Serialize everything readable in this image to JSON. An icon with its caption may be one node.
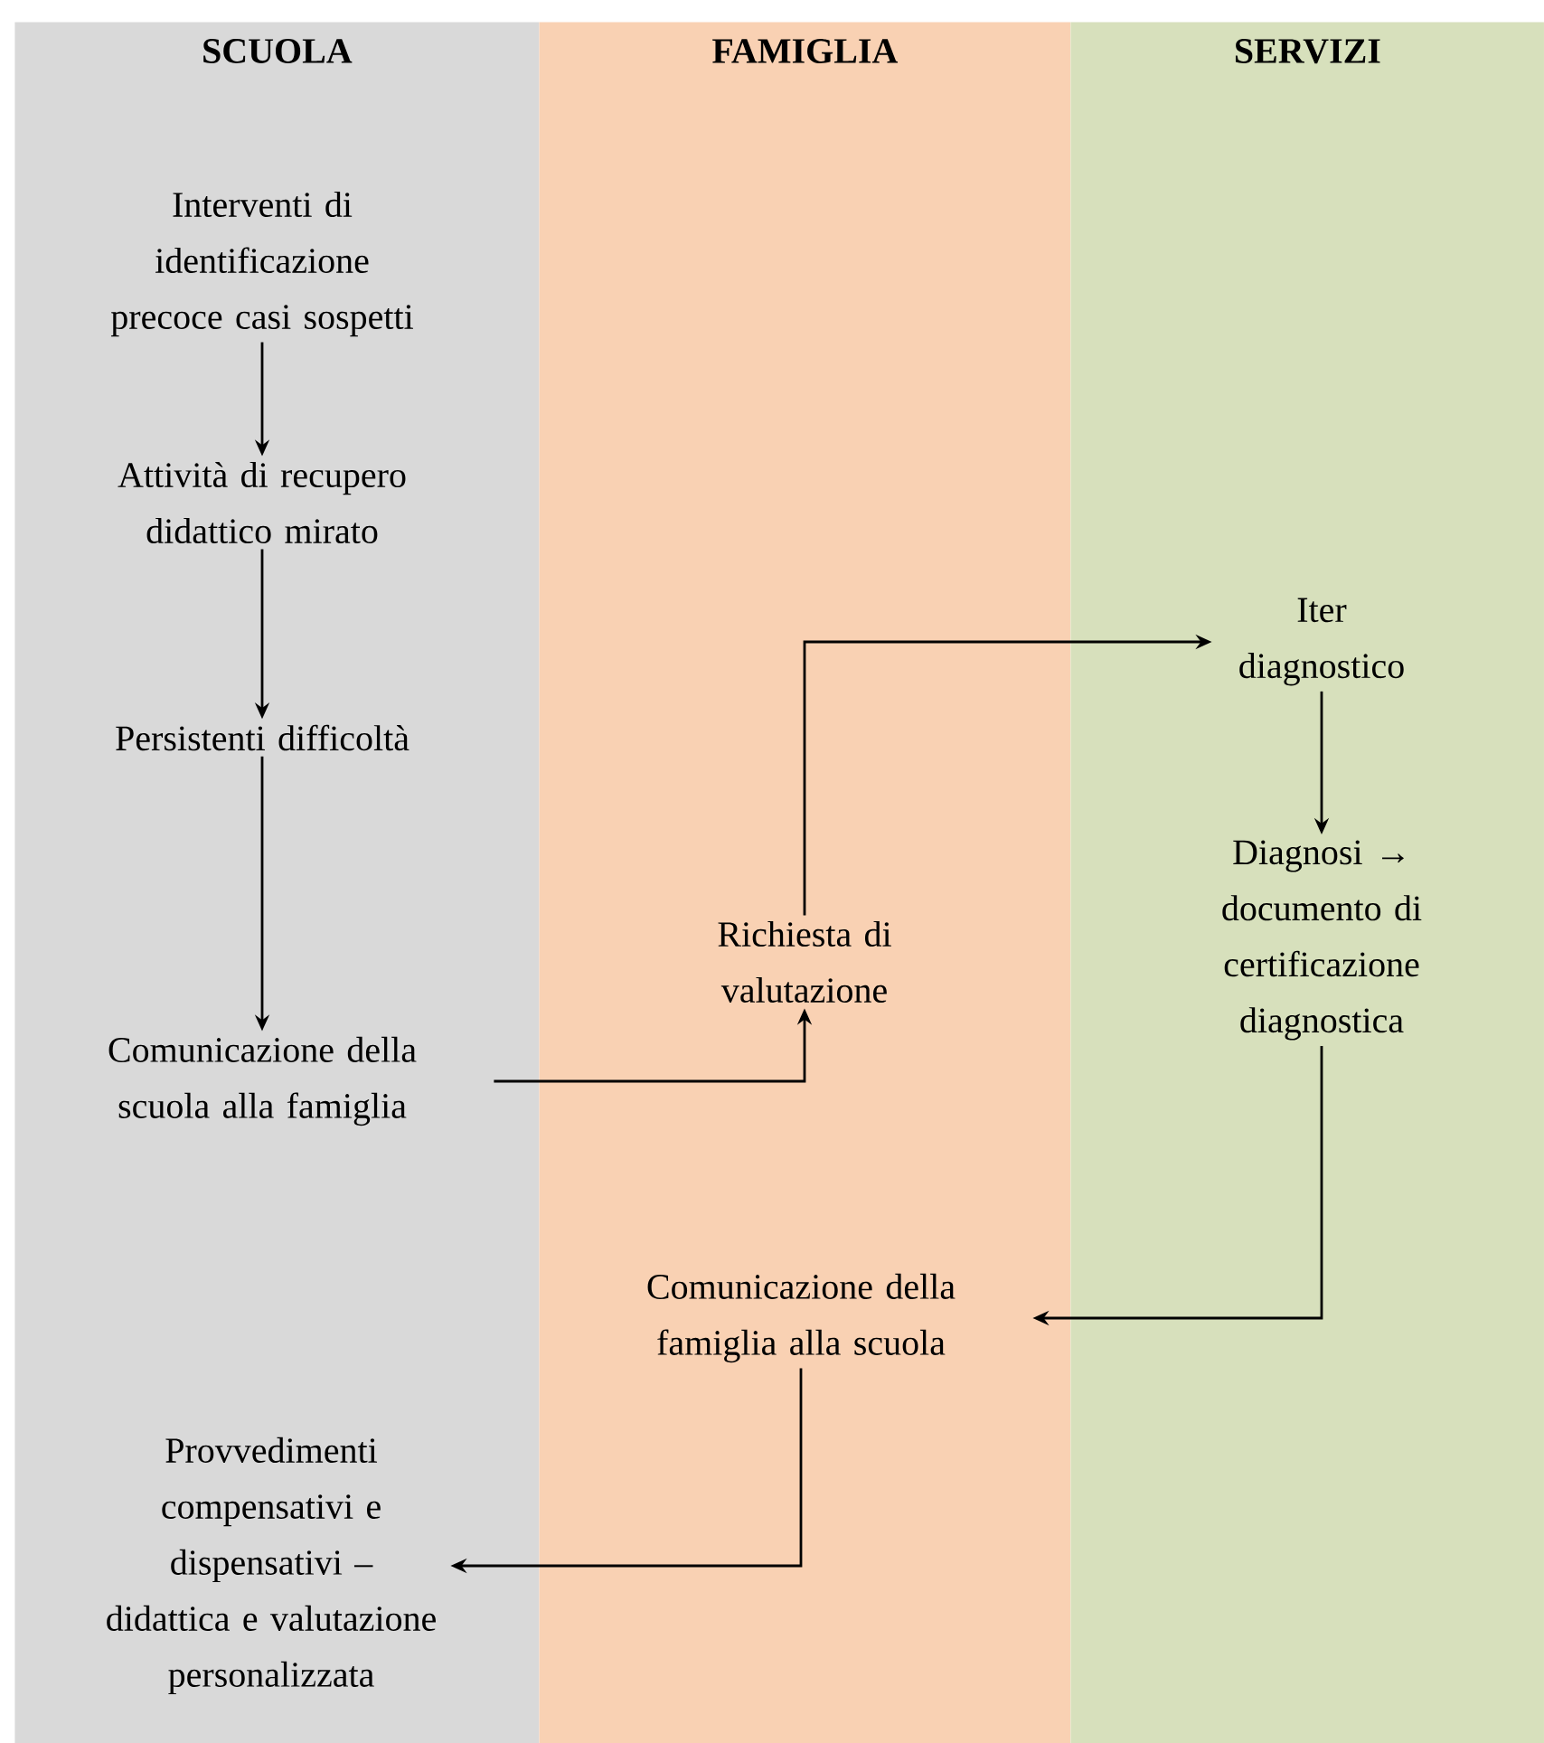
{
  "diagram": {
    "nodes": [
      {
        "text": [
          "SCUOLA"
        ]
      },
      {
        "text": [
          "FAMIGLIA"
        ]
      },
      {
        "text": [
          "SERVIZI"
        ]
      },
      {
        "text": [
          "Interventi di identificazione precoce casi sospetti"
        ],
        "in": 0
      },
      {
        "text": [
          "Attività di recupero didattico mirato"
        ],
        "in": 0
      },
      {
        "text": [
          "Persistenti difficoltà"
        ],
        "in": 0
      },
      {
        "text": [
          "Comunicazione della scuola alla famiglia"
        ],
        "in": 0
      },
      {
        "text": [
          "Richiesta di valutazione"
        ],
        "in": 1
      },
      {
        "text": [
          "Iter diagnostico"
        ],
        "in": 2
      },
      {
        "text": [
          "Diagnosi → documento di certificazione diagnostica"
        ],
        "in": 2
      },
      {
        "text": [
          "Comunicazione della famiglia alla scuola"
        ],
        "in": 1
      },
      {
        "text": [
          "Provvedimenti compensativi e dispensativi – didattica e valutazione personalizzata"
        ],
        "in": 0
      }
    ],
    "edges": [
      {
        "from": 3,
        "to": 4,
        "arrow": "to"
      },
      {
        "from": 4,
        "to": 5,
        "arrow": "to"
      },
      {
        "from": 5,
        "to": 6,
        "arrow": "to"
      },
      {
        "from": 6,
        "to": 7,
        "arrow": "to"
      },
      {
        "from": 7,
        "to": 8,
        "arrow": "to"
      },
      {
        "from": 8,
        "to": 9,
        "arrow": "to"
      },
      {
        "from": 9,
        "to": 10,
        "arrow": "to"
      },
      {
        "from": 10,
        "to": 11,
        "arrow": "to"
      }
    ]
  }
}
